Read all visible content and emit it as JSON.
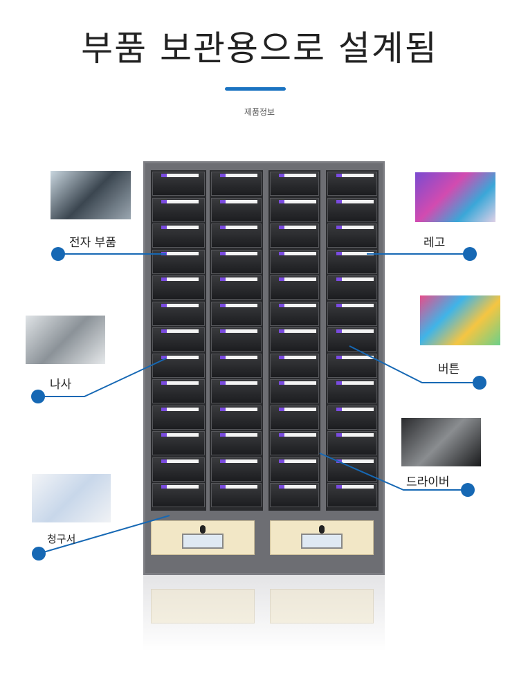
{
  "title": "부품 보관용으로 설계됨",
  "subtitle": "제품정보",
  "accent": "#1668b4",
  "callouts": {
    "electronics": "전자 부품",
    "lego": "레고",
    "screws": "나사",
    "buttons": "버튼",
    "screwdriver": "드라이버",
    "invoice": "청구서"
  },
  "cabinet": {
    "columns": 4,
    "rows": 13,
    "lockable_drawers": 2
  }
}
